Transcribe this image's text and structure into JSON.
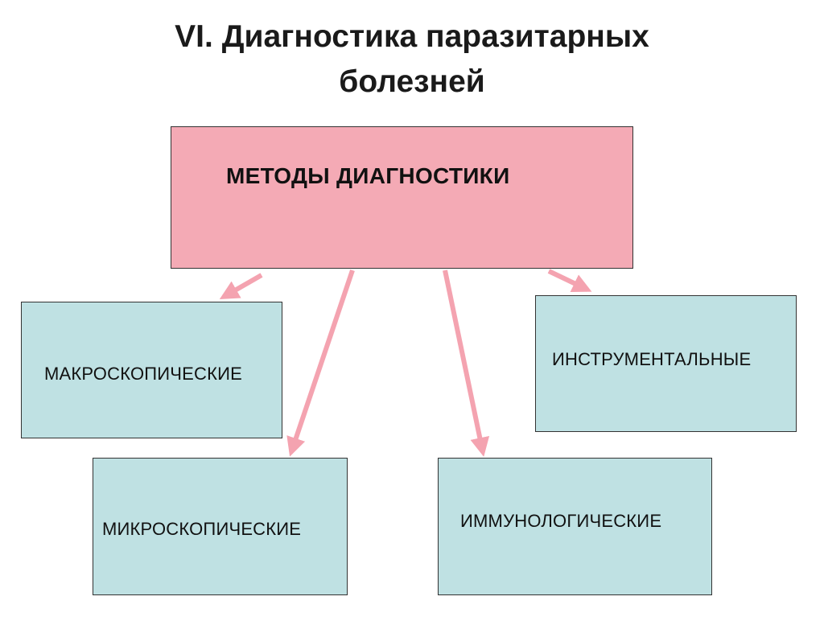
{
  "title": {
    "line1": "VI. Диагностика паразитарных",
    "line2": "болезней"
  },
  "main": {
    "label": "МЕТОДЫ ДИАГНОСТИКИ"
  },
  "methods": {
    "macro": "МАКРОСКОПИЧЕСКИЕ",
    "instrumental": "ИНСТРУМЕНТАЛЬНЫЕ",
    "micro": "МИКРОСКОПИЧЕСКИЕ",
    "immuno": "ИММУНОЛОГИЧЕСКИЕ"
  },
  "colors": {
    "main_box": "#f4aab5",
    "method_box": "#bfe1e3",
    "arrow": "#f4a3b0"
  }
}
